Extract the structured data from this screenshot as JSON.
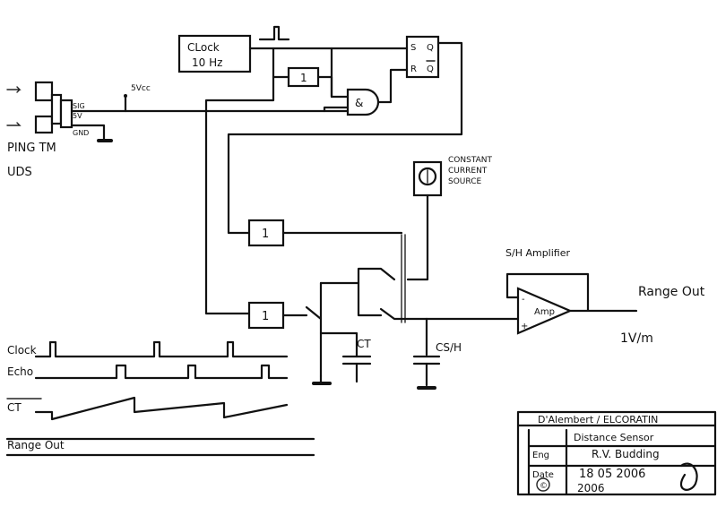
{
  "clock_block": {
    "line1": "CLock",
    "line2": "10 Hz"
  },
  "flipflop": {
    "s": "S",
    "q": "Q",
    "r": "R",
    "qbar": "Q"
  },
  "buffer_top": {
    "label": "1"
  },
  "and_gate": {
    "label": "&"
  },
  "sensor": {
    "sig": "SIG",
    "v5": "5V",
    "gnd": "GND",
    "vcc": "5Vcc",
    "name1": "PING TM",
    "name2": "UDS"
  },
  "current_source": {
    "line1": "CONSTANT",
    "line2": "CURRENT",
    "line3": "SOURCE"
  },
  "buffer_mid": {
    "label": "1"
  },
  "buffer_low": {
    "label": "1"
  },
  "amplifier": {
    "title": "S/H Amplifier",
    "label": "Amp",
    "minus": "-",
    "plus": "+"
  },
  "output": {
    "label": "Range Out",
    "scale": "1V/m"
  },
  "capacitors": {
    "ct": "CT",
    "csh": "CS/H"
  },
  "timing": {
    "clock": "Clock",
    "echo": "Echo",
    "ct": "CT",
    "range": "Range Out"
  },
  "title_block": {
    "title": "D'Alembert / ELCORATIN",
    "subtitle": "Distance Sensor",
    "eng_label": "Eng",
    "eng_value": "R.V. Budding",
    "date_label": "Date",
    "date_value": "18 05 2006",
    "copyright": "©",
    "year": "2006"
  }
}
